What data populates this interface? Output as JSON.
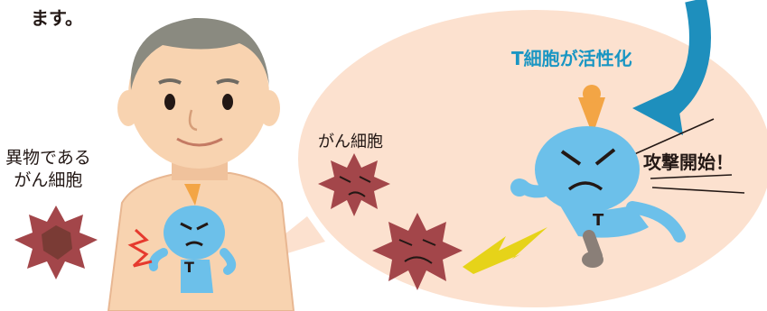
{
  "texts": {
    "top": "ます。",
    "foreign_cancer": [
      "異物である",
      "がん細胞"
    ],
    "cancer_cell": "がん細胞",
    "t_activated": "T細胞が活性化",
    "attack_start": "攻撃開始！",
    "t_mark": "T"
  },
  "colors": {
    "skin": "#f8d3b0",
    "bubble": "#fce1cf",
    "hair": "#8a8a80",
    "tcell": "#6cc0ea",
    "tcell_dark": "#3b93c7",
    "hat": "#f3a545",
    "cancer": "#a3464a",
    "cancer_core": "#7a3b35",
    "arrow": "#1e8fbd",
    "lightning": "#e6d319",
    "red_mark": "#e63a2e"
  }
}
